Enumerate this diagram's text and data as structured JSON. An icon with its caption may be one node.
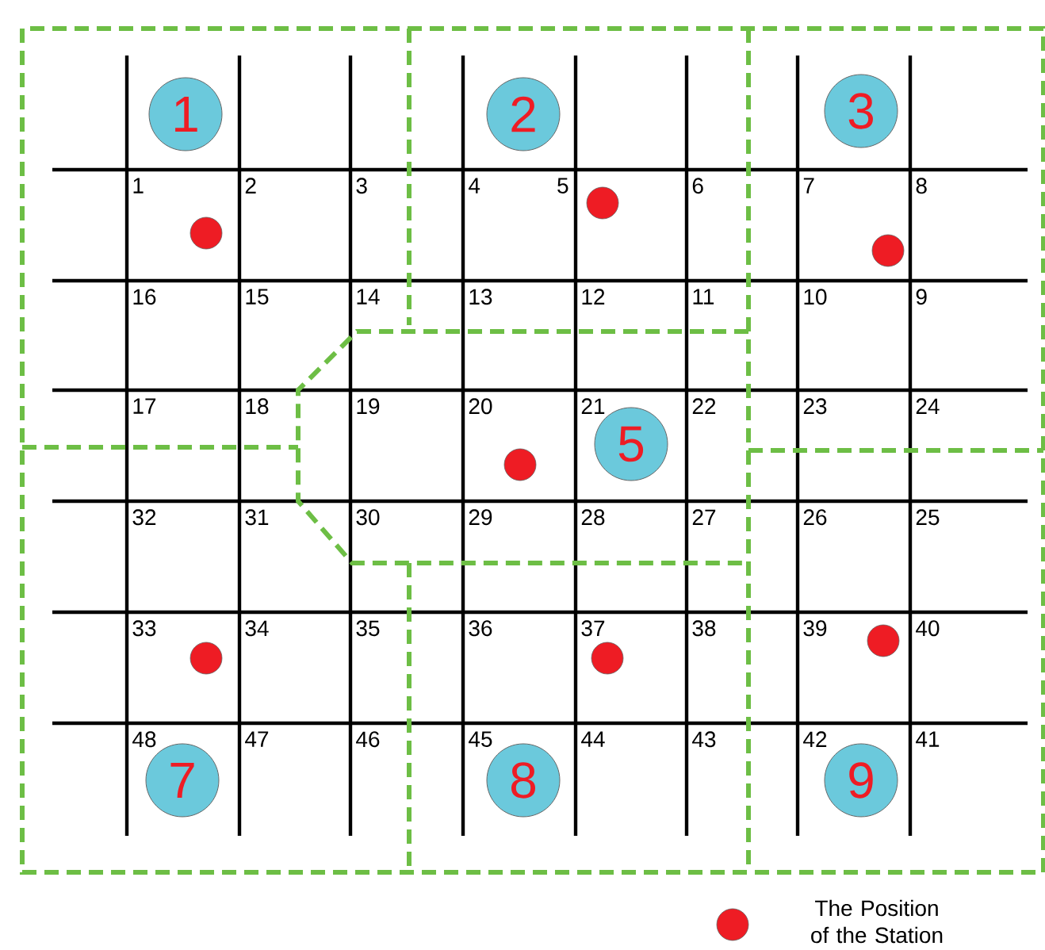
{
  "diagram": {
    "nodes": [
      {
        "text": [
          "1"
        ]
      },
      {
        "text": [
          "2"
        ]
      },
      {
        "text": [
          "3"
        ]
      },
      {
        "text": [
          "5"
        ]
      },
      {
        "text": [
          "7"
        ]
      },
      {
        "text": [
          "8"
        ]
      },
      {
        "text": [
          "9"
        ]
      }
    ],
    "labels": [
      "1",
      "2",
      "3",
      "4",
      "5",
      "6",
      "7",
      "8",
      "16",
      "15",
      "14",
      "13",
      "12",
      "11",
      "10",
      "9",
      "17",
      "18",
      "19",
      "20",
      "21",
      "22",
      "23",
      "24",
      "32",
      "31",
      "30",
      "29",
      "28",
      "27",
      "26",
      "25",
      "33",
      "34",
      "35",
      "36",
      "37",
      "38",
      "39",
      "40",
      "48",
      "47",
      "46",
      "45",
      "44",
      "43",
      "42",
      "41"
    ],
    "legend": [
      {
        "text": "The Position of the Station",
        "color": "#ee1c24"
      }
    ]
  }
}
